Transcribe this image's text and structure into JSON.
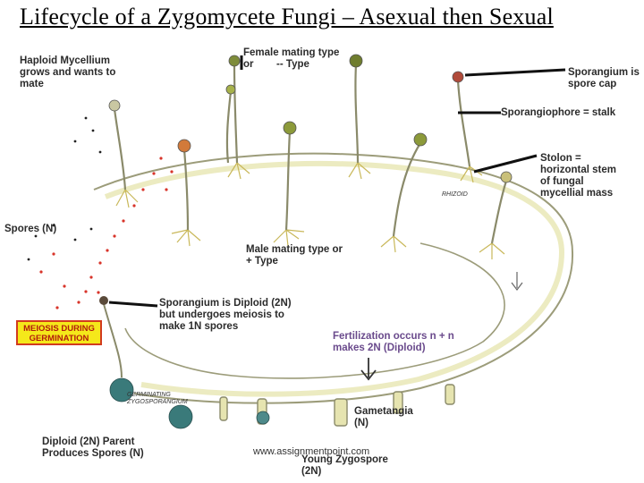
{
  "title": "Lifecycle of a Zygomycete Fungi – Asexual then Sexual",
  "labels": {
    "haploid": "Haploid Mycellium\ngrows and wants to\nmate",
    "female": "Female mating type\nor        -- Type",
    "sporangium_cap": "Sporangium is\nspore cap",
    "sporangiophore": "Sporangiophore = stalk",
    "stolon": "Stolon =\nhorizontal stem\nof fungal\nmycellial mass",
    "rhizoid": "RHIZOID",
    "spores": "Spores (N)",
    "male": "Male mating type or\n+ Type",
    "sporangium_diploid": "Sporangium is Diploid (2N)\nbut undergoes meiosis to\nmake 1N spores",
    "meiosis": "MEIOSIS DURING\nGERMINATION",
    "fertilization": "Fertilization occurs n + n\nmakes 2N (Diploid)",
    "germinating": "GERMINATING\nZYGOSPORANGIUM",
    "gametangia": "Gametangia\n(N)",
    "diploid_parent": "Diploid (2N) Parent\nProduces Spores (N)",
    "young_zygospore": "Young Zygospore\n(2N)"
  },
  "watermark": "www.assignmentpoint.com",
  "colors": {
    "mycelium": "#d9d98a",
    "stalk": "#8a8a6a",
    "sporangium": "#8c9a3a",
    "spore_red": "#d8342a",
    "spore_black": "#222222",
    "zygospore": "#3a7a7a",
    "meiosis_fill": "#f5e81a",
    "meiosis_border": "#d23b1e",
    "fertilization_text": "#6a4a8c"
  }
}
